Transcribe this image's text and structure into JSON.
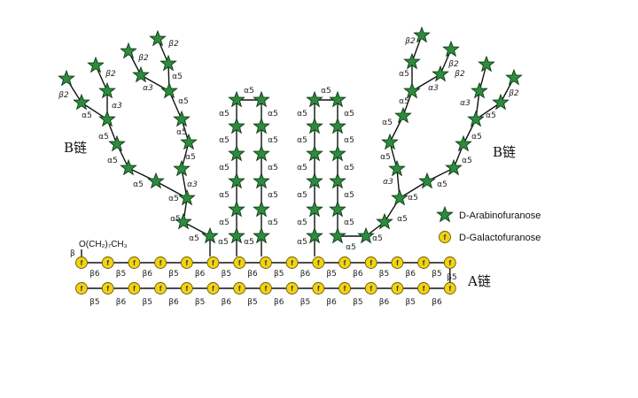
{
  "glyphs": {
    "star": "D-Arabinofuranose",
    "circle": "D-Galactofuranose",
    "circle_letter": "f"
  },
  "colors": {
    "star_fill": "#2e8b3d",
    "circle_fill": "#f2d313",
    "alpha3": "#2929c8",
    "beta2": "#d42020",
    "link": "#111111"
  },
  "legend": {
    "arabinose": "D-Arabinofuranose",
    "galactose": "D-Galactofuranose"
  },
  "labels": {
    "b_chain_left": "B链",
    "b_chain_right": "B链",
    "a_chain": "A链",
    "anomeric": "β",
    "aglycone": "O(CH₂)₇CH₃"
  },
  "linkages": {
    "a5": "α5",
    "a3": "α3",
    "b2": "β2",
    "b5": "β5",
    "b6": "β6",
    "row1": [
      "β6",
      "β5",
      "β6",
      "β5",
      "β6",
      "β5",
      "β6",
      "β5",
      "β6",
      "β5",
      "β6",
      "β5",
      "β6",
      "β5"
    ],
    "row2": [
      "β5",
      "β6",
      "β5",
      "β6",
      "β5",
      "β6",
      "β5",
      "β6",
      "β5",
      "β6",
      "β5",
      "β6",
      "β5",
      "β6"
    ],
    "turn": "β5"
  }
}
